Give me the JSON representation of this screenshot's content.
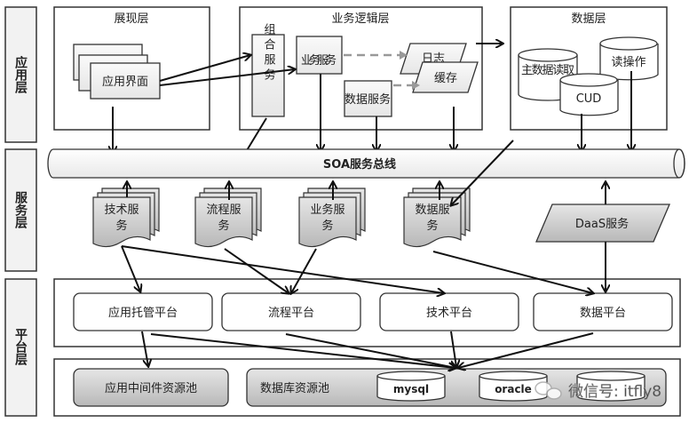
{
  "layers": {
    "app": "应用层",
    "service": "服务层",
    "platform": "平台层"
  },
  "app_layer": {
    "presentation": {
      "title": "展现层",
      "app_ui": "应用界面"
    },
    "business_logic": {
      "title": "业务逻辑层",
      "composite_service": "组合服务",
      "business_service": "业务服务",
      "data_service": "数据服务",
      "log": "日志",
      "cache": "缓存"
    },
    "data": {
      "title": "数据层",
      "master_read": "主数据读取",
      "cud": "CUD",
      "read_op": "读操作"
    }
  },
  "bus": {
    "label": "SOA服务总线"
  },
  "services": [
    "技术服务",
    "流程服务",
    "业务服务",
    "数据服务"
  ],
  "daas": "DaaS服务",
  "platforms": [
    "应用托管平台",
    "流程平台",
    "技术平台",
    "数据平台"
  ],
  "resources": {
    "middleware_pool": "应用中间件资源池",
    "db_pool": "数据库资源池",
    "databases": [
      "mysql",
      "oracle"
    ]
  },
  "watermark": "微信号: itfly8"
}
